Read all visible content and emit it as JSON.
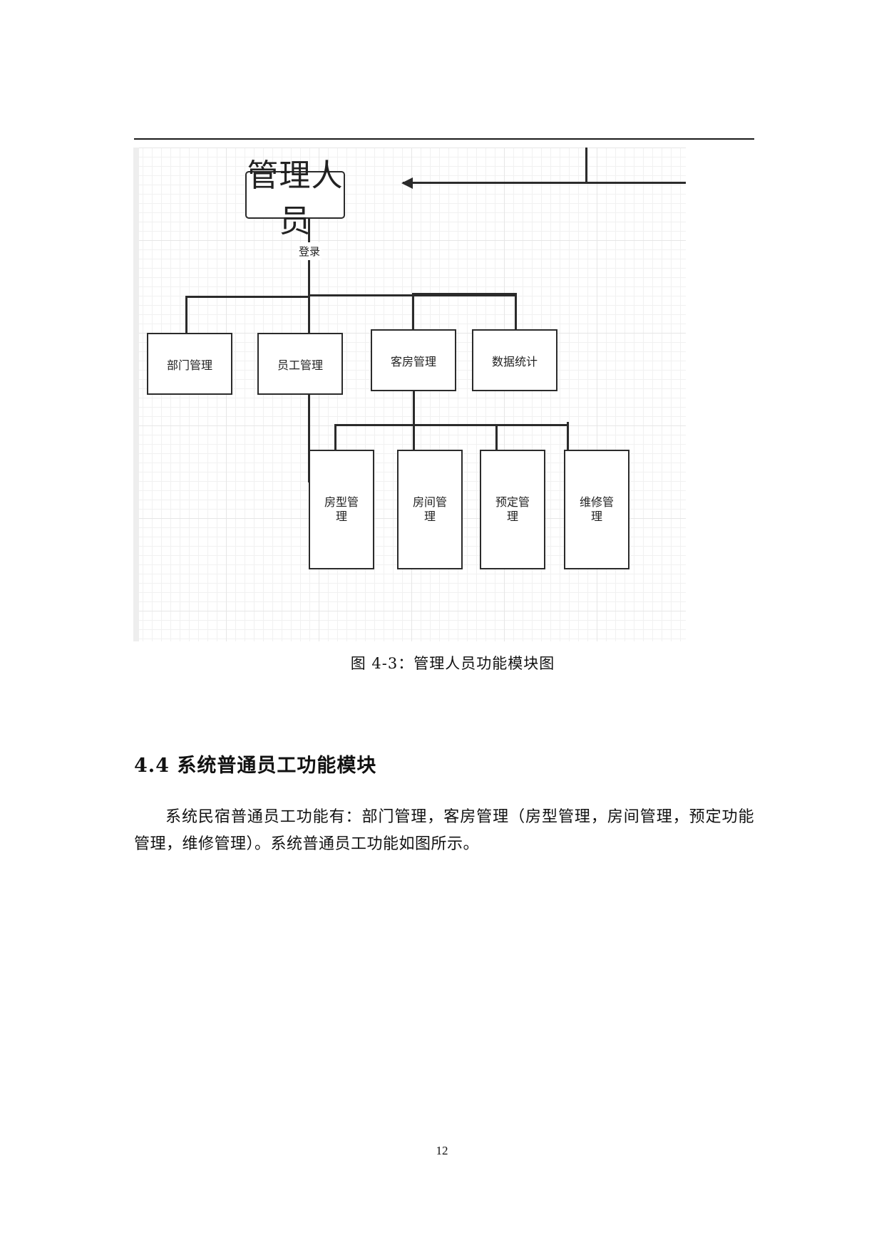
{
  "figure": {
    "root_label": "管理人员",
    "edge_label": "登录",
    "level1": [
      {
        "label": "部门管理"
      },
      {
        "label": "员工管理"
      },
      {
        "label": "客房管理"
      },
      {
        "label": "数据统计"
      }
    ],
    "level2": [
      {
        "label": "房型管理"
      },
      {
        "label": "房间管理"
      },
      {
        "label": "预定管理"
      },
      {
        "label": "维修管理"
      }
    ],
    "caption": "图 4-3：管理人员功能模块图"
  },
  "section": {
    "heading": "4.4 系统普通员工功能模块",
    "paragraph": "系统民宿普通员工功能有：部门管理，客房管理（房型管理，房间管理，预定功能管理，维修管理）。系统普通员工功能如图所示。"
  },
  "page": {
    "number": "12"
  }
}
